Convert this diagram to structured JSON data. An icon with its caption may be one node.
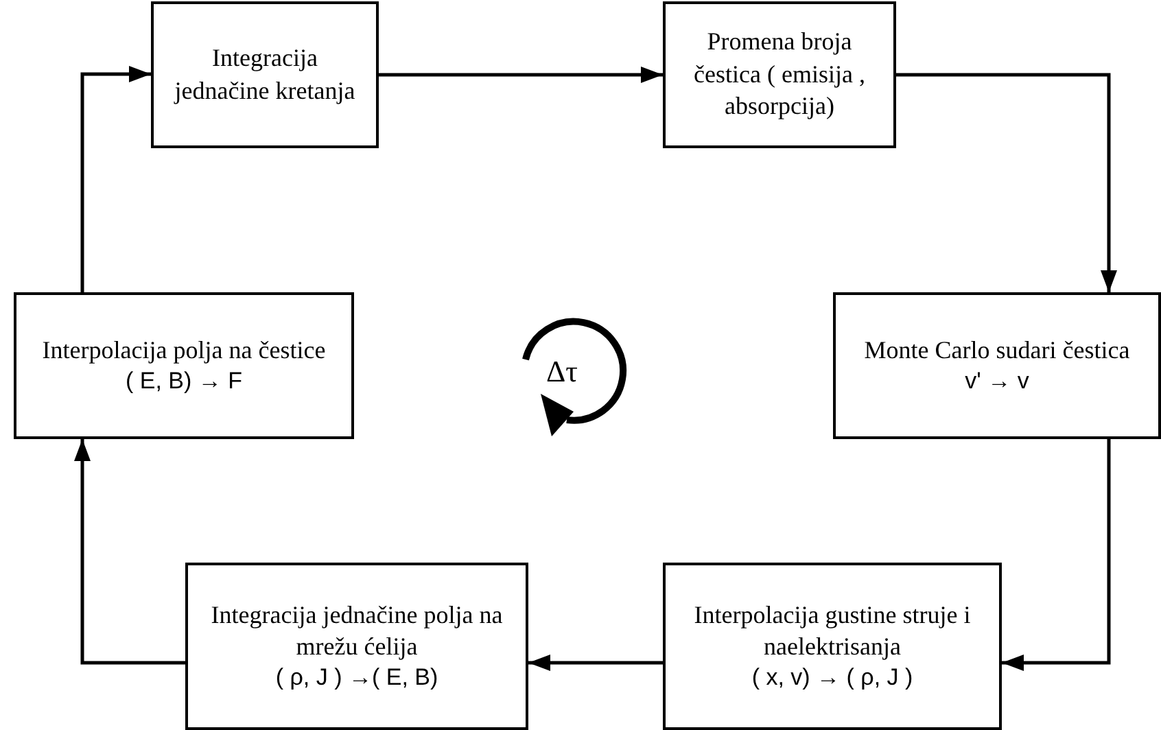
{
  "diagram": {
    "nodes": [
      {
        "text": [
          "Integracija jednačine kretanja"
        ]
      },
      {
        "text": [
          "Promena broja čestica ( emisija , absorpcija)"
        ]
      },
      {
        "text": [
          "Monte Carlo sudari čestica",
          "v' → v"
        ]
      },
      {
        "text": [
          "Interpolacija gustine struje i naelektrisanja",
          "( x, v) → ( ρ, J )"
        ]
      },
      {
        "text": [
          "Integracija jednačine polja na mrežu ćelija",
          "( ρ, J ) →( E, B)"
        ]
      },
      {
        "text": [
          "Interpolacija polja na čestice",
          "( E, B) → F"
        ]
      }
    ],
    "edges": [
      {
        "from": 0,
        "to": 1,
        "arrow": "to"
      },
      {
        "from": 1,
        "to": 2,
        "arrow": "to"
      },
      {
        "from": 2,
        "to": 3,
        "arrow": "to"
      },
      {
        "from": 3,
        "to": 4,
        "arrow": "to"
      },
      {
        "from": 4,
        "to": 5,
        "arrow": "to"
      },
      {
        "from": 5,
        "to": 0,
        "arrow": "to"
      }
    ],
    "labels": [
      "Δτ"
    ]
  }
}
